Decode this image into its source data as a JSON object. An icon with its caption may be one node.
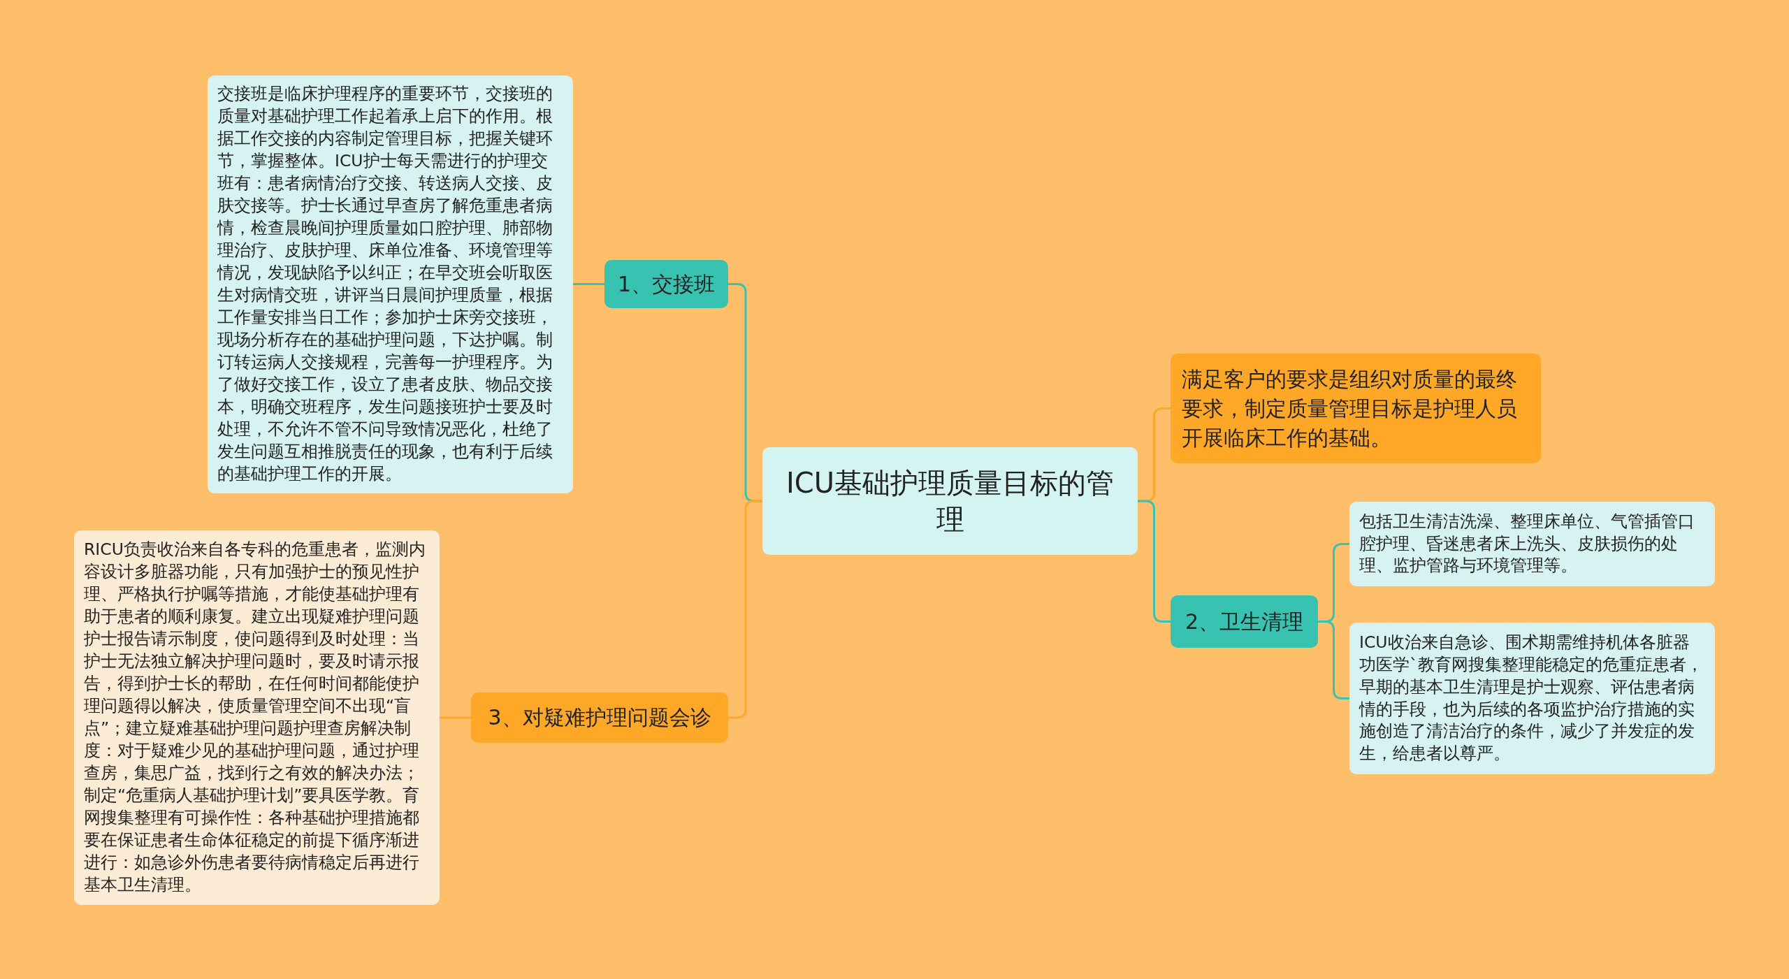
{
  "diagram": {
    "nodes": [
      {
        "text": [
          "ICU基础护理质量目标的管理"
        ]
      },
      {
        "text": [
          "1、交接班"
        ]
      },
      {
        "text": [
          "交接班是临床护理程序的重要环节，交接班的质量对基础护理工作起着承上启下的作用。根据工作交接的内容制定管理目标，把握关键环节，掌握整体。ICU护士每天需进行的护理交班有：患者病情治疗交接、转送病人交接、皮肤交接等。护士长通过早查房了解危重患者病情，检查晨晚间护理质量如口腔护理、肺部物理治疗、皮肤护理、床单位准备、环境管理等情况，发现缺陷予以纠正；在早交班会听取医生对病情交班，讲评当日晨间护理质量，根据工作量安排当日工作；参加护士床旁交接班，现场分析存在的基础护理问题，下达护嘱。制订转运病人交接规程，完善每一护理程序。为了做好交接工作，设立了患者皮肤、物品交接本，明确交班程序，发生问题接班护士要及时处理，不允许不管不问导致情况恶化，杜绝了发生问题互相推脱责任的现象，也有利于后续的基础护理工作的开展。"
        ]
      },
      {
        "text": [
          "3、对疑难护理问题会诊"
        ]
      },
      {
        "text": [
          "RICU负责收治来自各专科的危重患者，监测内容设计多脏器功能，只有加强护士的预见性护理、严格执行护嘱等措施，才能使基础护理有助于患者的顺利康复。建立出现疑难护理问题护士报告请示制度，使问题得到及时处理：当护士无法独立解决护理问题时，要及时请示报告，得到护士长的帮助，在任何时间都能使护理问题得以解决，使质量管理空间不出现“盲点”；建立疑难基础护理问题护理查房解决制度：对于疑难少见的基础护理问题，通过护理查房，集思广益，找到行之有效的解决办法；制定“危重病人基础护理计划”要具医学教。育网搜集整理有可操作性：各种基础护理措施都要在保证患者生命体征稳定的前提下循序渐进进行：如急诊外伤患者要待病情稳定后再进行基本卫生清理。"
        ]
      },
      {
        "text": [
          "满足客户的要求是组织对质量的最终要求，制定质量管理目标是护理人员开展临床工作的基础。"
        ]
      },
      {
        "text": [
          "2、卫生清理"
        ]
      },
      {
        "text": [
          "包括卫生清洁洗澡、整理床单位、气管插管口腔护理、昏迷患者床上洗头、皮肤损伤的处理、监护管路与环境管理等。"
        ]
      },
      {
        "text": [
          "ICU收治来自急诊、围术期需维持机体各脏器功医学`教育网搜集整理能稳定的危重症患者，早期的基本卫生清理是护士观察、评估患者病情的手段，也为后续的各项监护治疗措施的实施创造了清洁治疗的条件，减少了并发症的发生，给患者以尊严。"
        ]
      }
    ],
    "edges": [
      {
        "from": 0,
        "to": 1,
        "arrow": "none"
      },
      {
        "from": 1,
        "to": 2,
        "arrow": "none"
      },
      {
        "from": 0,
        "to": 3,
        "arrow": "none",
        "color": "#ffa726"
      },
      {
        "from": 3,
        "to": 4,
        "arrow": "none",
        "color": "#ffa726"
      },
      {
        "from": 0,
        "to": 5,
        "arrow": "none",
        "color": "#ffa726"
      },
      {
        "from": 0,
        "to": 6,
        "arrow": "none"
      },
      {
        "from": 6,
        "to": 7,
        "arrow": "none"
      },
      {
        "from": 6,
        "to": 8,
        "arrow": "none"
      }
    ]
  }
}
